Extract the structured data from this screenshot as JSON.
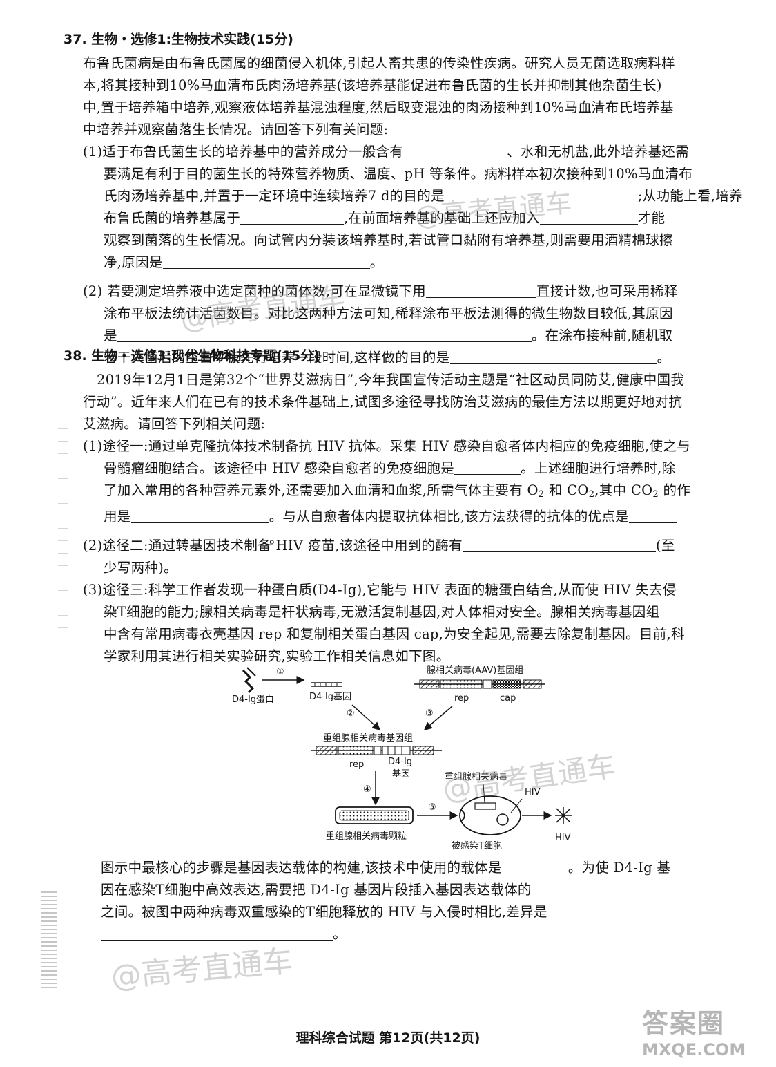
{
  "q37": {
    "title": "37. 生物・选修1:生物技术实践(15分)",
    "intro": [
      "布鲁氏菌病是由布鲁氏菌属的细菌侵入机体,引起人畜共患的传染性疾病。研究人员无菌选取病料样",
      "本,将其接种到10%马血清布氏肉汤培养基(该培养基能促进布鲁氏菌的生长并抑制其他杂菌生长)",
      "中,置于培养箱中培养,观察液体培养基混浊程度,然后取变混浊的肉汤接种到10%马血清布氏培养基",
      "中培养并观察菌落生长情况。请回答下列有关问题:"
    ],
    "p1": {
      "l1a": "(1)适于布鲁氏菌生长的培养基中的营养成分一般含有",
      "l1b": "、水和无机盐,此外培养基还需",
      "l2": "要满足有利于目的菌生长的特殊营养物质、温度、pH 等条件。病料样本初次接种到10%马血清布",
      "l3a": "氏肉汤培养基中,并置于一定环境中连续培养7 d的目的是",
      "l3b": ";从功能上看,培养",
      "l4a": "布鲁氏菌的培养基属于",
      "l4b": ",在前面培养基的基础上还应加入",
      "l4c": "才能",
      "l5": "观察到菌落的生长情况。向试管内分装该培养基时,若试管口黏附有培养基,则需要用酒精棉球擦",
      "l6a": "净,原因是",
      "l6b": "。"
    },
    "p2": {
      "l1a": "(2) 若要测定培养液中选定菌种的菌体数,可在显微镜下用",
      "l1b": "直接计数,也可采用稀释",
      "l2": "涂布平板法统计活菌数目。对比这两种方法可知,稀释涂布平板法测得的微生物数目较低,其原因",
      "l3a": "是",
      "l3b": "。在涂布接种前,随机取",
      "l4a": "若干灭菌后的空白平板先行培养一段时间,这样做的目的是",
      "l4b": "。"
    }
  },
  "q38": {
    "title": "38. 生物・选修3:现代生物科技专题(15分)",
    "intro": [
      "2019年12月1日是第32个“世界艾滋病日”,今年我国宣传活动主题是“社区动员同防艾,健康中国我",
      "行动”。近年来人们在已有的技术条件基础上,试图多途径寻找防治艾滋病的最佳方法以期更好地对抗",
      "艾滋病。请回答下列相关问题:"
    ],
    "p1": {
      "l1": "(1)途径一:通过单克隆抗体技术制备抗 HIV 抗体。采集 HIV 感染自愈者体内相应的免疫细胞,使之与",
      "l2a": "骨髓瘤细胞结合。该途径中 HIV 感染自愈者的免疫细胞是",
      "l2b": "。上述细胞进行培养时,除",
      "l3a": "了加入常用的各种营养元素外,还需要加入血清和血浆,所需气体主要有 O",
      "sub2": "2",
      "l3b": " 和 CO",
      "l3c": ",其中 CO",
      "l3d": " 的作",
      "l4a": "用是",
      "l4b": "。与从自愈者体内提取抗体相比,该方法获得的抗体的优点是",
      "l5b": "。"
    },
    "p2": {
      "l1a": "(2)途径二:通过转基因技术制备 HIV 疫苗,该途径中用到的酶有",
      "l1b": "(至",
      "l2": "少写两种)。"
    },
    "p3": {
      "l1": "(3)途径三:科学工作者发现一种蛋白质(D4-Ig),它能与 HIV 表面的糖蛋白结合,从而使 HIV 失去侵",
      "l2": "染T细胞的能力;腺相关病毒是杆状病毒,无激活复制基因,对人体相对安全。腺相关病毒基因组",
      "l3": "中含有常用病毒衣壳基因 rep 和复制相关蛋白基因 cap,为安全起见,需要去除复制基因。目前,科",
      "l4": "学家利用其进行相关实验研究,实验工作相关信息如下图。"
    },
    "diagram": {
      "step1": "①",
      "step2": "②",
      "step3": "③",
      "step4": "④",
      "step5": "⑤",
      "protein": "D4-Ig蛋白",
      "gene": "D4-Ig基因",
      "aav_genome": "腺相关病毒(AAV)基因组",
      "rep": "rep",
      "cap": "cap",
      "recomb_genome": "重组腺相关病毒基因组",
      "rep2": "rep",
      "d4gene_a": "D4-Ig",
      "d4gene_b": "基因",
      "recomb_virus": "重组腺相关病毒",
      "particle": "重组腺相关病毒颗粒",
      "hiv_label": "HIV",
      "cell": "被感染T细胞",
      "hiv_label2": "HIV"
    },
    "after": {
      "l1a": "图示中最核心的步骤是基因表达载体的构建,该技术中使用的载体是",
      "l1b": "。为使 D4-Ig 基",
      "l2a": "因在感染T细胞中高效表达,需要把 D4-Ig 基因片段插入基因表达载体的",
      "l3a": "之间。被图中两种病毒双重感染的T细胞释放的 HIV 与入侵时相比,差异是",
      "l4b": "。"
    }
  },
  "footer": "理科综合试题  第12页(共12页)",
  "watermarks": [
    "@高考直通车",
    "@高考直通车",
    "@高考直通车",
    "@高考直通车"
  ],
  "logo": {
    "top": "答案圈",
    "bottom": "MXQE.COM"
  }
}
